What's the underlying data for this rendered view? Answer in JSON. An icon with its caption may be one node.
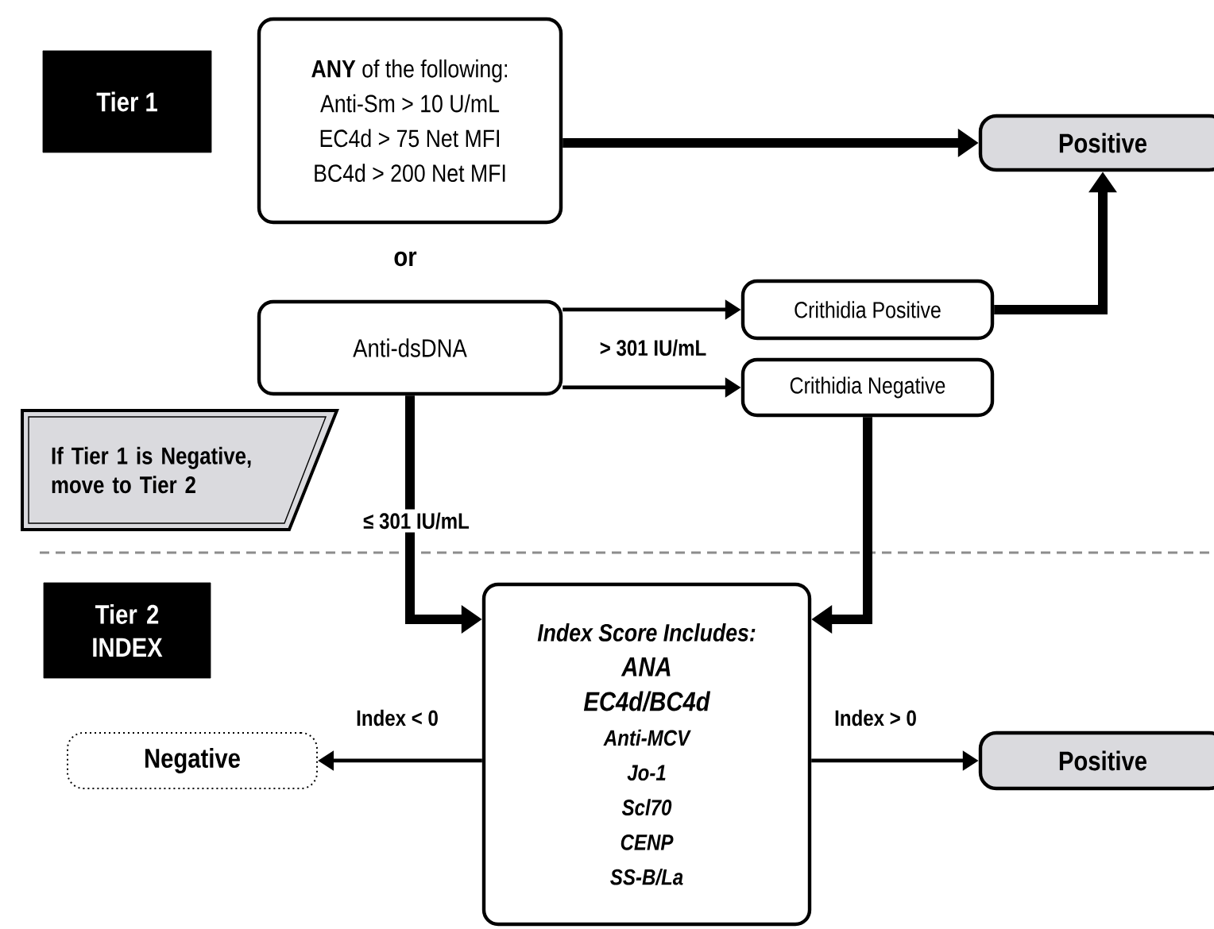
{
  "diagram": {
    "nodes": [
      {
        "text": [
          "Tier 1"
        ]
      },
      {
        "text": [
          "**ANY** of the following:",
          "Anti-Sm > 10 U/mL",
          "EC4d > 75 Net MFI",
          "BC4d > 200 Net MFI"
        ]
      },
      {
        "text": [
          "Positive"
        ]
      },
      {
        "text": [
          "Anti-dsDNA"
        ]
      },
      {
        "text": [
          "Crithidia Positive"
        ]
      },
      {
        "text": [
          "Crithidia Negative"
        ]
      },
      {
        "text": [
          "If Tier 1 is Negative, move to Tier 2"
        ]
      },
      {
        "text": [
          "Tier 2 INDEX"
        ]
      },
      {
        "text": [
          "Index Score Includes:",
          "ANA",
          "EC4d/BC4d",
          "Anti-MCV",
          "Jo-1",
          "Scl70",
          "CENP",
          "SS-B/La"
        ]
      },
      {
        "text": [
          "Negative"
        ]
      },
      {
        "text": [
          "Positive"
        ]
      }
    ],
    "edges": [
      {
        "from": 1,
        "to": 2,
        "arrow": "to",
        "style": "thick"
      },
      {
        "from": 3,
        "to": 4,
        "arrow": "to",
        "label": "> 301 IU/mL"
      },
      {
        "from": 3,
        "to": 5,
        "arrow": "to"
      },
      {
        "from": 4,
        "to": 2,
        "arrow": "to",
        "style": "thick"
      },
      {
        "from": 3,
        "to": 8,
        "arrow": "to",
        "style": "thick",
        "label": "≤ 301 IU/mL"
      },
      {
        "from": 5,
        "to": 8,
        "arrow": "to",
        "style": "thick"
      },
      {
        "from": 8,
        "to": 9,
        "arrow": "to",
        "label": "Index < 0"
      },
      {
        "from": 8,
        "to": 10,
        "arrow": "to",
        "label": "Index > 0"
      }
    ],
    "labels": [
      "or"
    ]
  }
}
